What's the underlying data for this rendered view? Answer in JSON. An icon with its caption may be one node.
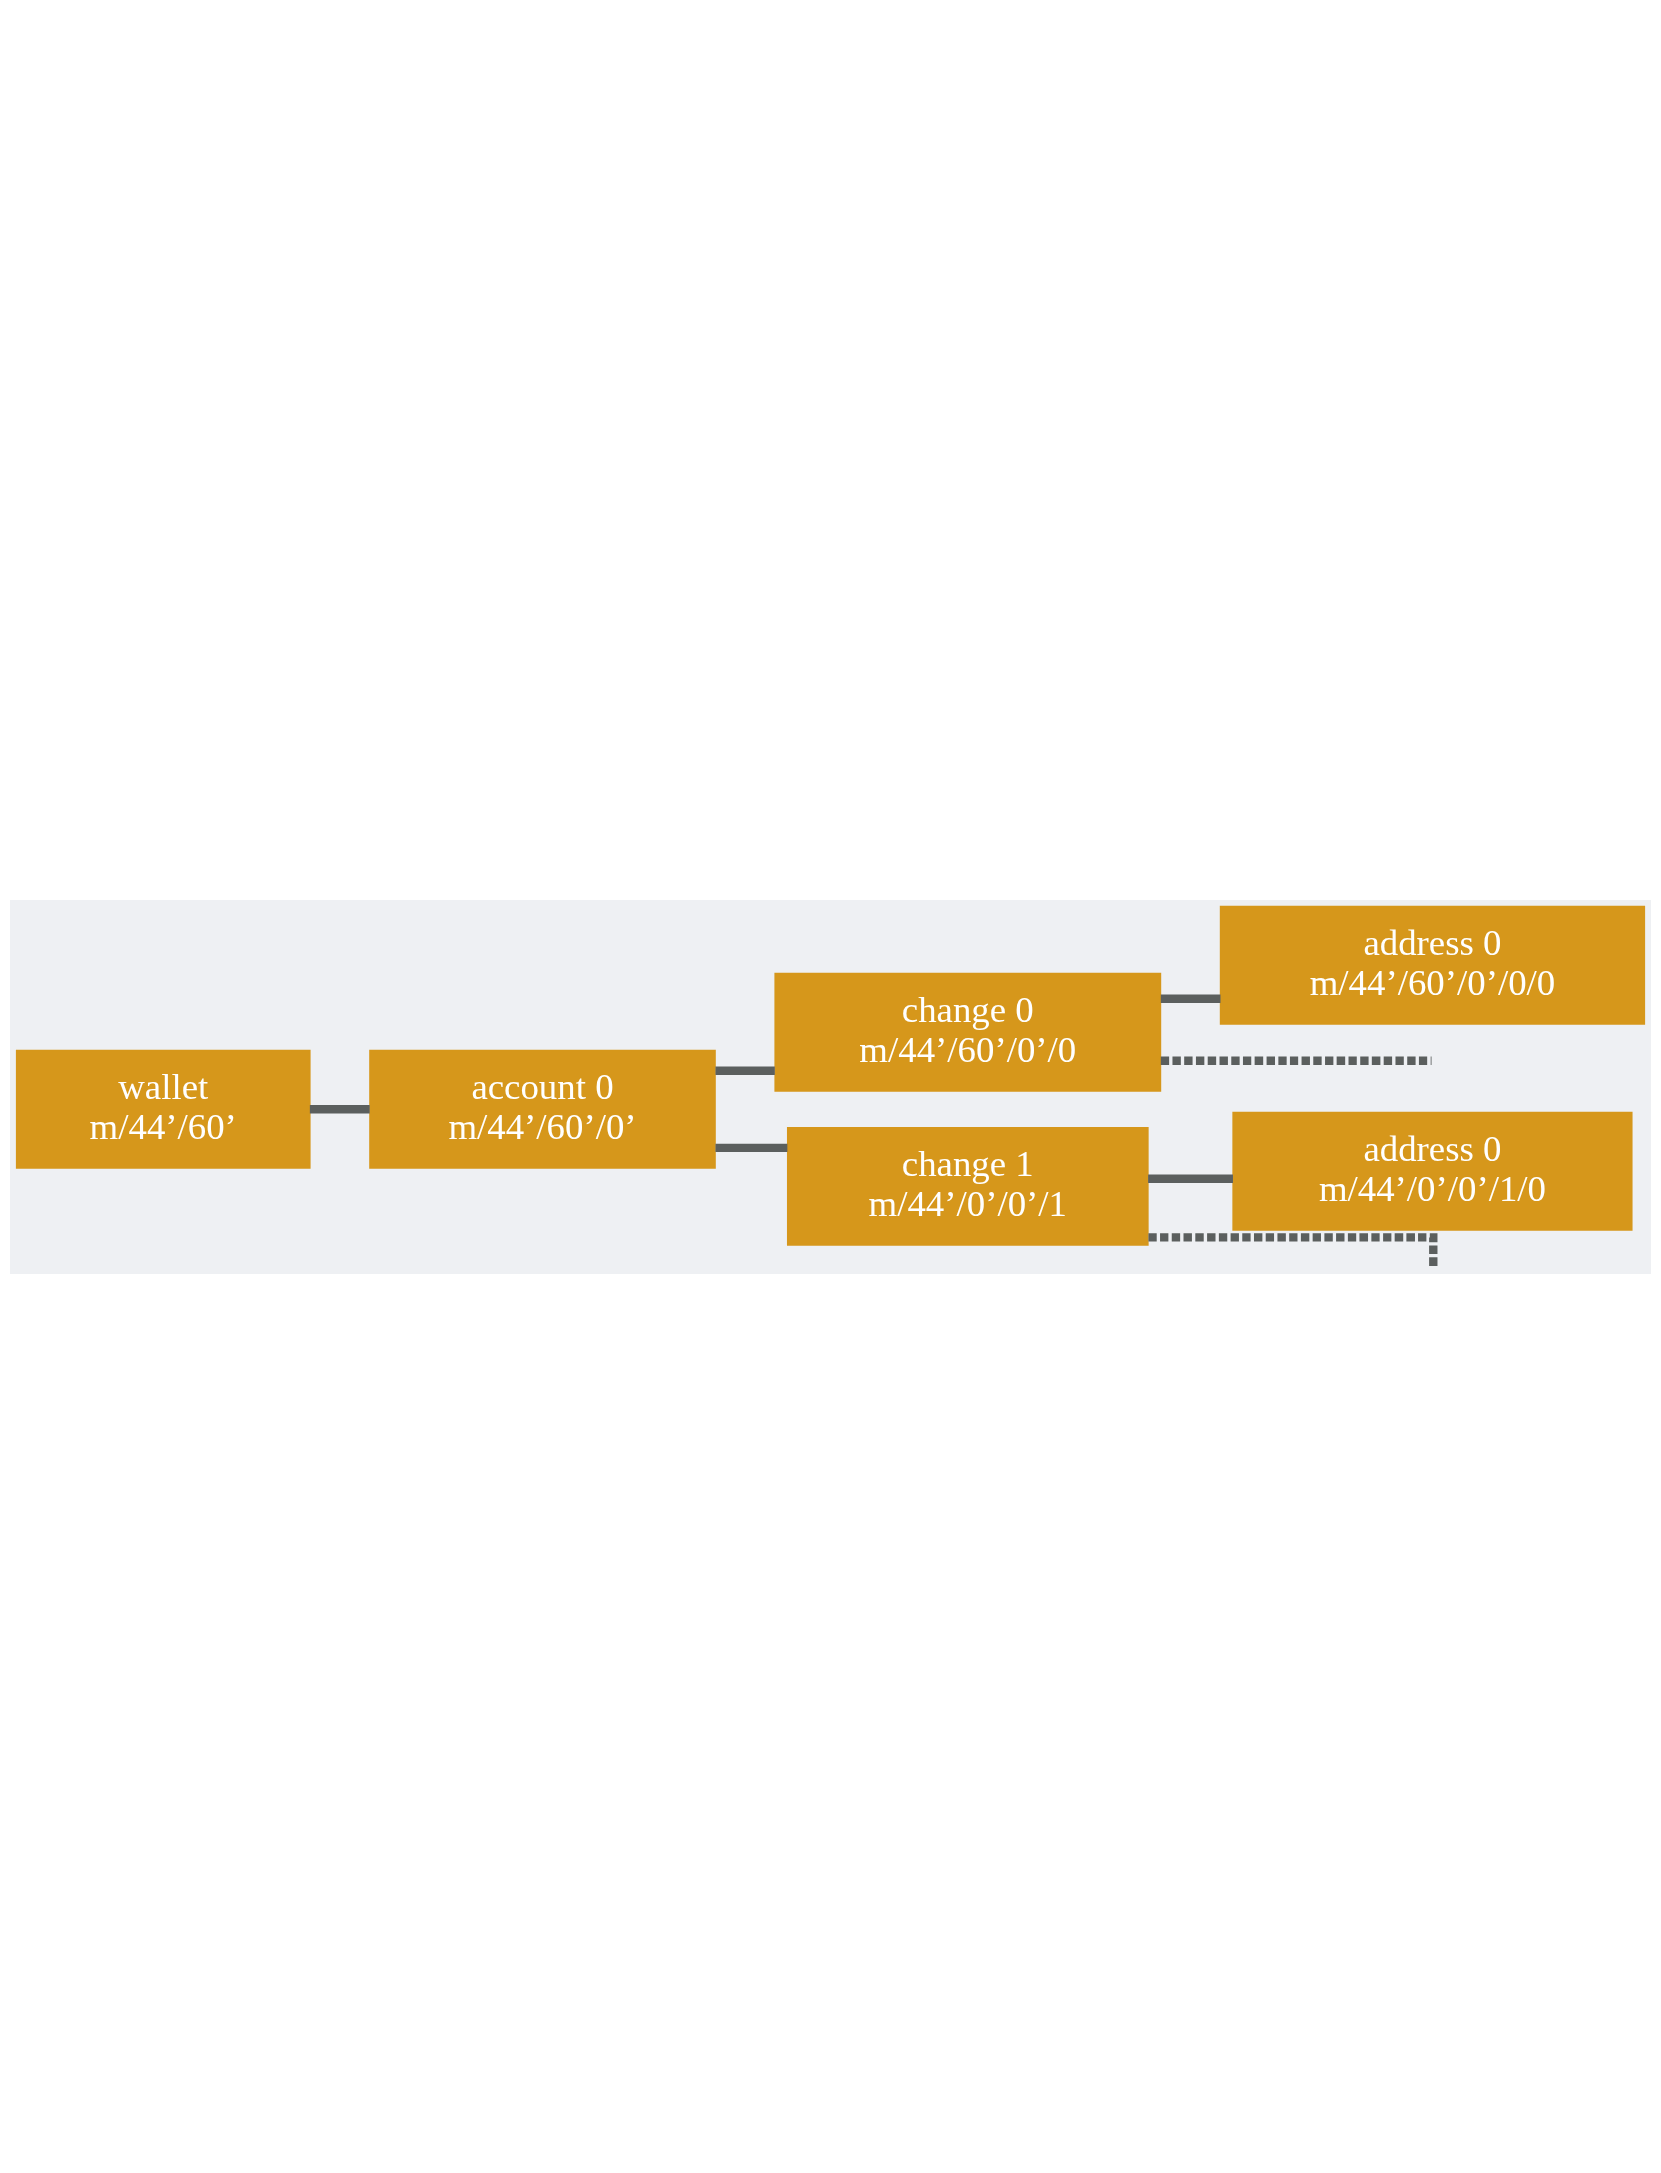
{
  "diagram": {
    "nodes": [
      {
        "text": [
          "wallet",
          "m/44’/60’"
        ]
      },
      {
        "text": [
          "account 0",
          "m/44’/60’/0’"
        ]
      },
      {
        "text": [
          "change 0",
          "m/44’/60’/0’/0"
        ]
      },
      {
        "text": [
          "address 0",
          "m/44’/60’/0’/0/0"
        ]
      },
      {
        "text": [
          "change 1",
          "m/44’/0’/0’/1"
        ]
      },
      {
        "text": [
          "address 0",
          "m/44’/0’/0’/1/0"
        ]
      }
    ],
    "edges": [
      {
        "from": 0,
        "to": 1,
        "arrow": "none"
      },
      {
        "from": 1,
        "to": 2,
        "arrow": "none"
      },
      {
        "from": 2,
        "to": 3,
        "arrow": "none"
      },
      {
        "from": 2,
        "to": null,
        "arrow": "none",
        "style": "dashed"
      },
      {
        "from": 1,
        "to": 4,
        "arrow": "none"
      },
      {
        "from": 4,
        "to": 5,
        "arrow": "none"
      },
      {
        "from": 4,
        "to": null,
        "arrow": "none",
        "style": "dashed"
      }
    ]
  }
}
